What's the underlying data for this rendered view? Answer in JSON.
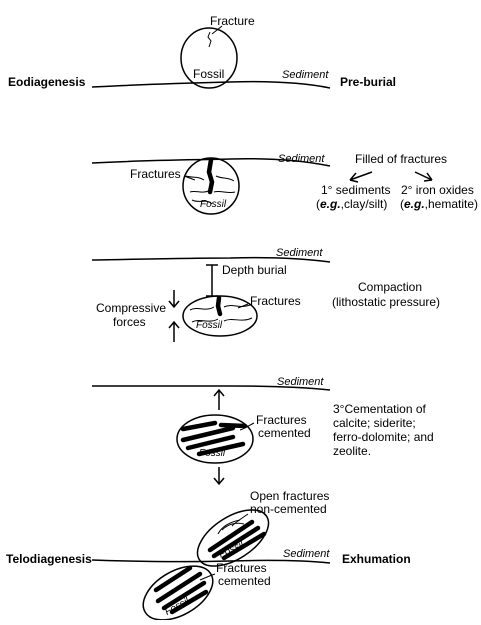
{
  "stages": {
    "stage1": {
      "fracture_label": "Fracture",
      "fossil_label": "Fossil",
      "sediment_label": "Sediment",
      "left_label": "Eodiagenesis",
      "right_label": "Pre-burial"
    },
    "stage2": {
      "fractures_label": "Fractures",
      "fossil_label": "Fossil",
      "sediment_label": "Sediment",
      "filled_title": "Filled of fractures",
      "primary_line1": "1° sediments",
      "primary_line2_prefix": "(",
      "primary_line2_eg": "e.g.",
      "primary_line2_rest": ",clay/silt)",
      "secondary_line1": "2° iron oxides",
      "secondary_line2_prefix": "(",
      "secondary_line2_eg": "e.g.",
      "secondary_line2_rest": ",hematite)"
    },
    "stage3": {
      "sediment_label": "Sediment",
      "depth_label": "Depth burial",
      "forces_line1": "Compressive",
      "forces_line2": "forces",
      "fractures_label": "Fractures",
      "fossil_label": "Fossil",
      "compaction_line1": "Compaction",
      "compaction_line2": "(lithostatic pressure)"
    },
    "stage4": {
      "sediment_label": "Sediment",
      "fractures_line1": "Fractures",
      "fractures_line2": "cemented",
      "fossil_label": "Fossil",
      "cement_line1": "3°Cementation of",
      "cement_line2": "calcite; siderite;",
      "cement_line3": "ferro-dolomite; and",
      "cement_line4": "zeolite."
    },
    "stage5": {
      "open_line1": "Open fractures",
      "open_line2": "non-cemented",
      "fossil_label": "Fossil",
      "sediment_label": "Sediment",
      "left_label": "Telodiagenesis",
      "right_label": "Exhumation",
      "cemented_line1": "Fractures",
      "cemented_line2": "cemented",
      "fossil_label_lower": "Fossil"
    }
  }
}
